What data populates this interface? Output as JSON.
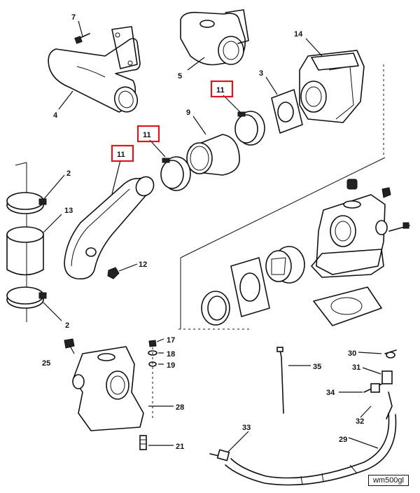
{
  "callouts": {
    "c2a": "2",
    "c2b": "2",
    "c3": "3",
    "c4": "4",
    "c5": "5",
    "c7": "7",
    "c9": "9",
    "c11a": "11",
    "c11b": "11",
    "c11c": "11",
    "c12": "12",
    "c13": "13",
    "c14": "14",
    "c17": "17",
    "c18": "18",
    "c19": "19",
    "c21": "21",
    "c25": "25",
    "c28": "28",
    "c29": "29",
    "c30": "30",
    "c31": "31",
    "c32": "32",
    "c33": "33",
    "c34": "34",
    "c35": "35"
  },
  "highlight_color": "#e0141c",
  "figure_code": "wm500gl"
}
